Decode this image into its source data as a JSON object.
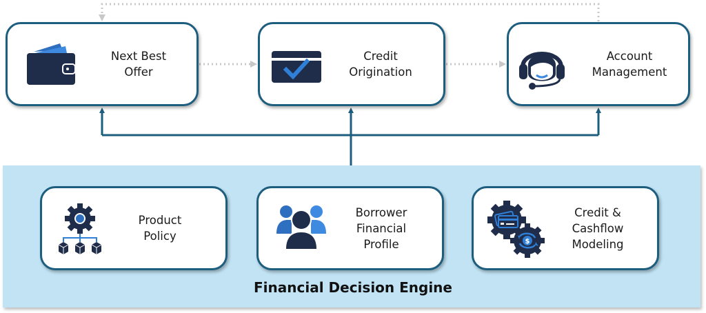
{
  "diagram": {
    "title": "Financial Decision Engine",
    "colors": {
      "card_border": "#1d5d7e",
      "connector": "#1d5d7e",
      "dotted_flow": "#c8c8c8",
      "engine_panel": "#c1e3f4",
      "icon_dark": "#1f2d4a",
      "icon_accent": "#2f7fd6"
    },
    "outputs": [
      {
        "id": "next-best-offer",
        "label": "Next Best\nOffer",
        "icon": "wallet-icon"
      },
      {
        "id": "credit-origination",
        "label": "Credit\nOrigination",
        "icon": "credit-card-check-icon"
      },
      {
        "id": "account-management",
        "label": "Account\nManagement",
        "icon": "headset-agent-icon"
      }
    ],
    "engine_components": [
      {
        "id": "product-policy",
        "label": "Product\nPolicy",
        "icon": "gear-hierarchy-icon"
      },
      {
        "id": "borrower-financial-profile",
        "label": "Borrower\nFinancial\nProfile",
        "icon": "user-group-icon"
      },
      {
        "id": "credit-cashflow-modeling",
        "label": "Credit &\nCashflow\nModeling",
        "icon": "gears-card-dollar-icon"
      }
    ],
    "flows": [
      {
        "from": "next-best-offer",
        "to": "credit-origination",
        "style": "dotted"
      },
      {
        "from": "credit-origination",
        "to": "account-management",
        "style": "dotted"
      },
      {
        "from": "account-management",
        "to": "next-best-offer",
        "style": "dotted",
        "route": "over-top"
      },
      {
        "from": "engine",
        "to": "next-best-offer",
        "style": "solid"
      },
      {
        "from": "engine",
        "to": "credit-origination",
        "style": "solid"
      },
      {
        "from": "engine",
        "to": "account-management",
        "style": "solid"
      }
    ]
  }
}
